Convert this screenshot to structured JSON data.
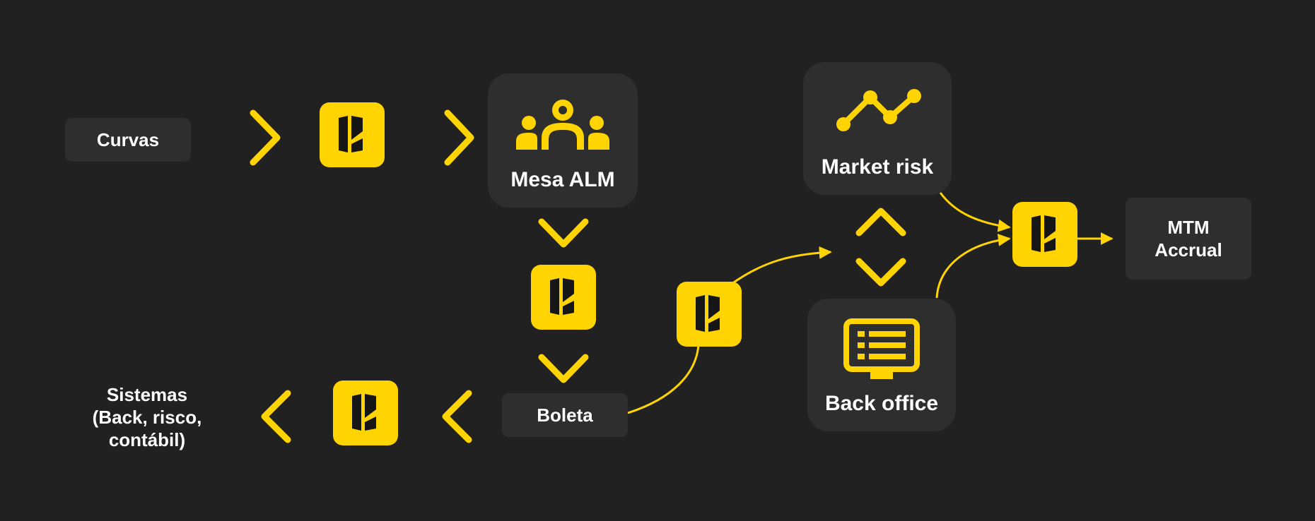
{
  "colors": {
    "background": "#212121",
    "box": "#2e2e2e",
    "accent": "#ffd400",
    "text": "#ffffff"
  },
  "nodes": {
    "curvas": "Curvas",
    "mesa_alm": "Mesa ALM",
    "market_risk": "Market risk",
    "back_office": "Back office",
    "boleta": "Boleta",
    "mtm_line1": "MTM",
    "mtm_line2": "Accrual",
    "sistemas_line1": "Sistemas",
    "sistemas_line2": "(Back, risco,",
    "sistemas_line3": "contábil)"
  },
  "icons": {
    "mesa_alm": "people-group-icon",
    "market_risk": "line-chart-icon",
    "back_office": "monitor-list-icon",
    "logo": "brand-logo-icon"
  }
}
